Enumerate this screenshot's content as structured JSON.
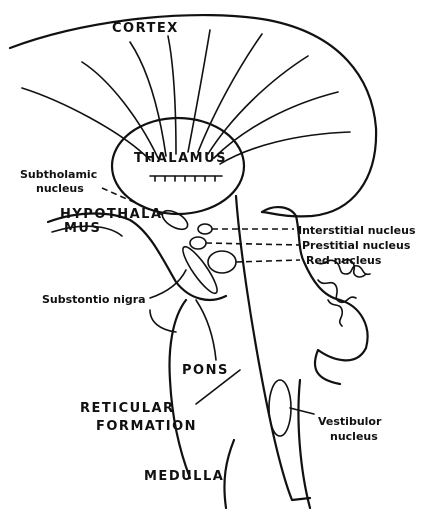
{
  "labels": {
    "cortex": "CORTEX",
    "thalamus": "THALAMUS",
    "subthalamic_line1": "Subtholamic",
    "subthalamic_line2": "nucleus",
    "hypothalamus_line1": "HYPOTHALA",
    "hypothalamus_line2": "MUS",
    "interstitial": "Interstitial nucleus",
    "prestitial": "Prestitial nucleus",
    "red": "Red nucleus",
    "substantia_nigra": "Substontio nigra",
    "pons": "PONS",
    "reticular_line1": "RETICULAR",
    "reticular_line2": "FORMATION",
    "vestibular_line1": "Vestibulor",
    "vestibular_line2": "nucleus",
    "medulla": "MEDULLA"
  }
}
